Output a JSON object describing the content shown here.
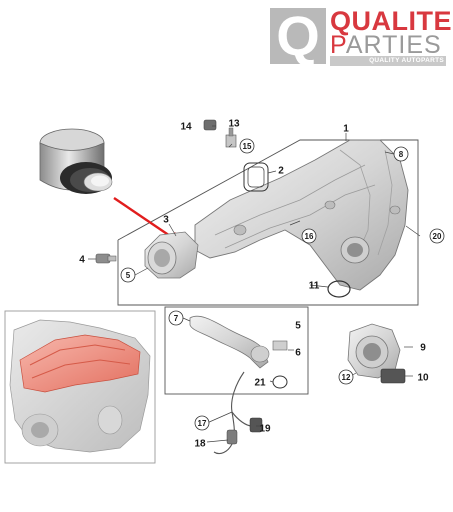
{
  "logo": {
    "letter": "Q",
    "word_top": "QUALITE",
    "word_bottom_first": "P",
    "word_bottom_rest": "ARTIES",
    "tagline": "QUALITY AUTOPARTS"
  },
  "callouts": [
    {
      "id": "c1",
      "label": "1",
      "circled": false
    },
    {
      "id": "c2",
      "label": "2",
      "circled": false
    },
    {
      "id": "c3",
      "label": "3",
      "circled": false
    },
    {
      "id": "c4",
      "label": "4",
      "circled": false
    },
    {
      "id": "c5a",
      "label": "5",
      "circled": true
    },
    {
      "id": "c5b",
      "label": "5",
      "circled": false
    },
    {
      "id": "c6",
      "label": "6",
      "circled": false
    },
    {
      "id": "c7",
      "label": "7",
      "circled": true
    },
    {
      "id": "c8",
      "label": "8",
      "circled": true
    },
    {
      "id": "c9",
      "label": "9",
      "circled": false
    },
    {
      "id": "c10",
      "label": "10",
      "circled": false
    },
    {
      "id": "c11",
      "label": "11",
      "circled": false
    },
    {
      "id": "c12",
      "label": "12",
      "circled": true
    },
    {
      "id": "c13",
      "label": "13",
      "circled": false
    },
    {
      "id": "c14",
      "label": "14",
      "circled": false
    },
    {
      "id": "c15",
      "label": "15",
      "circled": true
    },
    {
      "id": "c16",
      "label": "16",
      "circled": true
    },
    {
      "id": "c17",
      "label": "17",
      "circled": true
    },
    {
      "id": "c18",
      "label": "18",
      "circled": false
    },
    {
      "id": "c19",
      "label": "19",
      "circled": false
    },
    {
      "id": "c20",
      "label": "20",
      "circled": true
    },
    {
      "id": "c21",
      "label": "21",
      "circled": false
    }
  ],
  "colors": {
    "arrow": "#e11d1d",
    "highlight": "#f19a8c",
    "line": "#555555",
    "part_light": "#e4e4e4",
    "part_dark": "#9a9a9a",
    "brand_red": "#d8383f",
    "brand_grey": "#b9b9b9"
  }
}
